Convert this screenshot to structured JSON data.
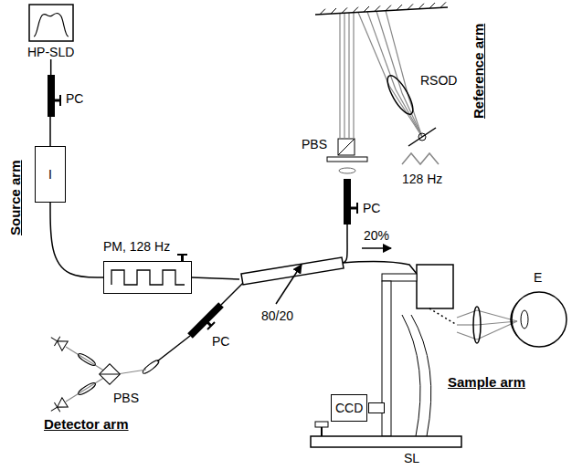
{
  "diagram": {
    "nodes": [
      {
        "text": [
          "HP-SLD"
        ]
      },
      {
        "text": [
          "I"
        ]
      },
      {
        "text": [
          "PM, 128 Hz"
        ]
      },
      {
        "text": [
          "80/20"
        ]
      },
      {
        "text": [
          "CCD"
        ]
      }
    ],
    "edges": [
      {
        "from": 0,
        "to": 1,
        "arrow": "none"
      },
      {
        "from": 1,
        "to": 2,
        "arrow": "none"
      },
      {
        "from": 2,
        "to": 3,
        "arrow": "none"
      }
    ],
    "labels": [
      "PC",
      "Source arm",
      "RSOD",
      "PBS",
      "128 Hz",
      "Reference arm",
      "PC",
      "20%",
      "PC",
      "PBS",
      "Detector arm",
      "E",
      "Sample arm",
      "SL"
    ]
  }
}
